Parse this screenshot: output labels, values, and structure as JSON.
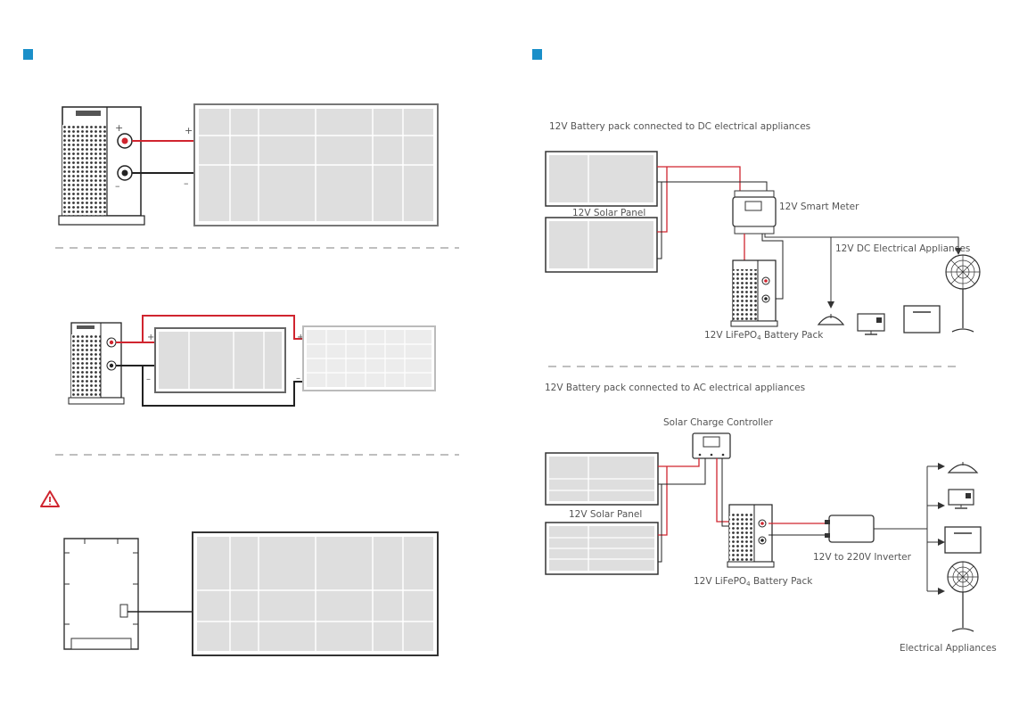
{
  "colors": {
    "accent": "#1a8fc9",
    "positive_wire": "#d0252f",
    "negative_wire": "#222222",
    "panel_fill": "#dedede",
    "warning": "#d0252f"
  },
  "icons": {
    "section_marker": "square-marker-icon",
    "warning": "warning-triangle-icon",
    "battery": "battery-pack-icon",
    "solar_panel": "solar-panel-icon",
    "meter": "smart-meter-icon",
    "controller": "charge-controller-icon",
    "inverter": "inverter-icon",
    "lamp": "lamp-icon",
    "monitor": "monitor-icon",
    "fridge": "fridge-icon",
    "fan": "fan-icon"
  },
  "left": {
    "diagram1": {
      "plus": "+",
      "minus": "–"
    },
    "diagram2": {
      "plus_a": "+",
      "minus_a": "–",
      "plus_b": "+",
      "minus_b": "–"
    }
  },
  "right": {
    "dc": {
      "caption": "12V Battery pack connected to DC electrical appliances",
      "solar_panel": "12V Solar Panel",
      "smart_meter": "12V Smart Meter",
      "dc_appliances": "12V DC Electrical Appliances",
      "battery_main": "12V LiFePO",
      "battery_sub": "4",
      "battery_tail": " Battery Pack"
    },
    "ac": {
      "caption": "12V Battery pack connected to AC electrical appliances",
      "controller": "Solar Charge Controller",
      "solar_panel": "12V Solar Panel",
      "inverter": "12V to 220V Inverter",
      "battery_main": "12V LiFePO",
      "battery_sub": "4",
      "battery_tail": " Battery Pack",
      "appliances": "Electrical Appliances"
    }
  }
}
